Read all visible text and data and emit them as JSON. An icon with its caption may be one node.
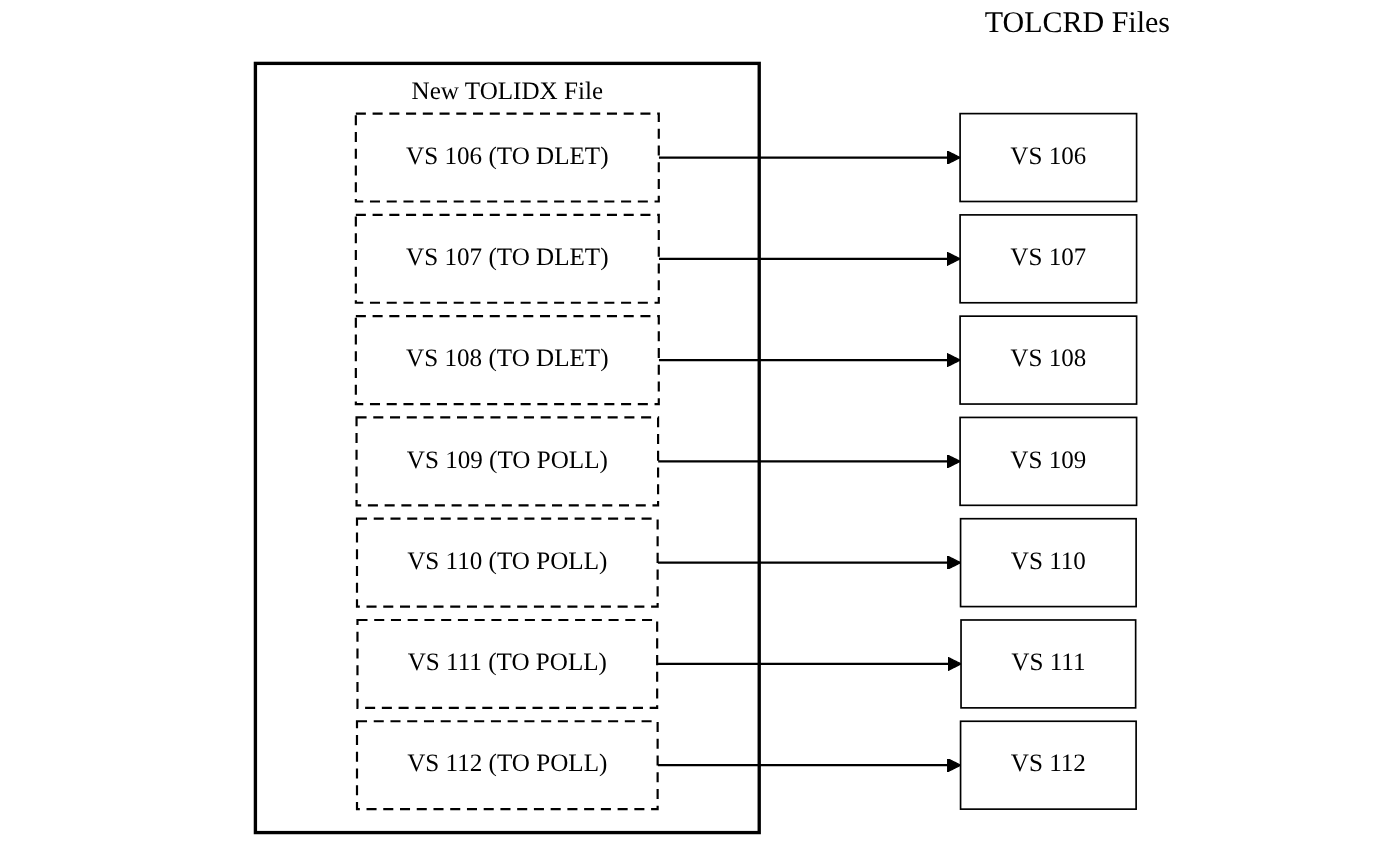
{
  "diagram": {
    "nodes": [
      {
        "text": [
          "New TOLIDX File"
        ]
      },
      {
        "text": [
          "VS 106 (TO DLET)"
        ],
        "in": 0
      },
      {
        "text": [
          "VS 107 (TO DLET)"
        ],
        "in": 0
      },
      {
        "text": [
          "VS 108 (TO DLET)"
        ],
        "in": 0
      },
      {
        "text": [
          "VS 109 (TO POLL)"
        ],
        "in": 0
      },
      {
        "text": [
          "VS 110 (TO POLL)"
        ],
        "in": 0
      },
      {
        "text": [
          "VS 111 (TO POLL)"
        ],
        "in": 0
      },
      {
        "text": [
          "VS 112 (TO POLL)"
        ],
        "in": 0
      },
      {
        "text": [
          "VS 106"
        ]
      },
      {
        "text": [
          "VS 107"
        ]
      },
      {
        "text": [
          "VS 108"
        ]
      },
      {
        "text": [
          "VS 109"
        ]
      },
      {
        "text": [
          "VS 110"
        ]
      },
      {
        "text": [
          "VS 111"
        ]
      },
      {
        "text": [
          "VS 112"
        ]
      }
    ],
    "edges": [
      {
        "from": 1,
        "to": 8,
        "arrow": "to"
      },
      {
        "from": 2,
        "to": 9,
        "arrow": "to"
      },
      {
        "from": 3,
        "to": 10,
        "arrow": "to"
      },
      {
        "from": 4,
        "to": 11,
        "arrow": "to"
      },
      {
        "from": 5,
        "to": 12,
        "arrow": "to"
      },
      {
        "from": 6,
        "to": 13,
        "arrow": "to"
      },
      {
        "from": 7,
        "to": 14,
        "arrow": "to"
      }
    ],
    "labels": [
      "TOLCRD Files"
    ]
  }
}
